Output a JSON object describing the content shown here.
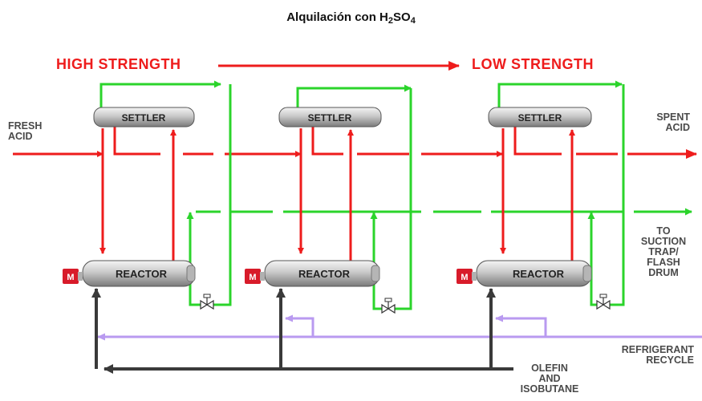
{
  "title": {
    "main": "Alquilación con H",
    "sub": "2",
    "tail": "SO",
    "sub2": "4"
  },
  "strength": {
    "high": "HIGH STRENGTH",
    "low": "LOW STRENGTH"
  },
  "labels": {
    "fresh_acid": [
      "FRESH",
      "ACID"
    ],
    "spent_acid": [
      "SPENT",
      "ACID"
    ],
    "to_suction": [
      "TO",
      "SUCTION",
      "TRAP/",
      "FLASH",
      "DRUM"
    ],
    "refrigerant": [
      "REFRIGERANT",
      "RECYCLE"
    ],
    "olefin": [
      "OLEFIN",
      "AND",
      "ISOBUTANE"
    ]
  },
  "units": [
    {
      "settler": "SETTLER",
      "reactor": "REACTOR",
      "motor": "M"
    },
    {
      "settler": "SETTLER",
      "reactor": "REACTOR",
      "motor": "M"
    },
    {
      "settler": "SETTLER",
      "reactor": "REACTOR",
      "motor": "M"
    }
  ],
  "colors": {
    "acid": "#ee1c1c",
    "hydrocarbon": "#2bd42b",
    "refrigerant": "#b99af0",
    "feed": "#3a3a3a",
    "motor": "#d81b2a"
  }
}
